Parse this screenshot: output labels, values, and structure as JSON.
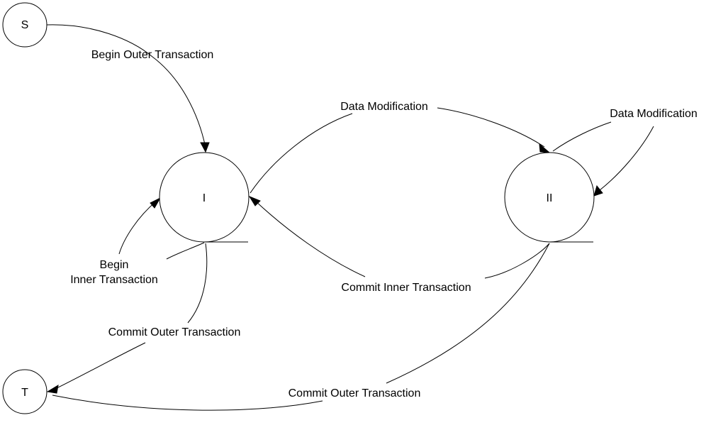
{
  "nodes": {
    "start": "S",
    "terminal": "T",
    "state_one": "I",
    "state_two": "II"
  },
  "edges": {
    "begin_outer": "Begin Outer Transaction",
    "data_mod_1_to_2": "Data Modification",
    "data_mod_self_2": "Data Modification",
    "begin_inner_line1": "Begin",
    "begin_inner_line2": "Inner Transaction",
    "commit_inner": "Commit Inner Transaction",
    "commit_outer_from_1": "Commit Outer Transaction",
    "commit_outer_from_2": "Commit Outer Transaction"
  }
}
